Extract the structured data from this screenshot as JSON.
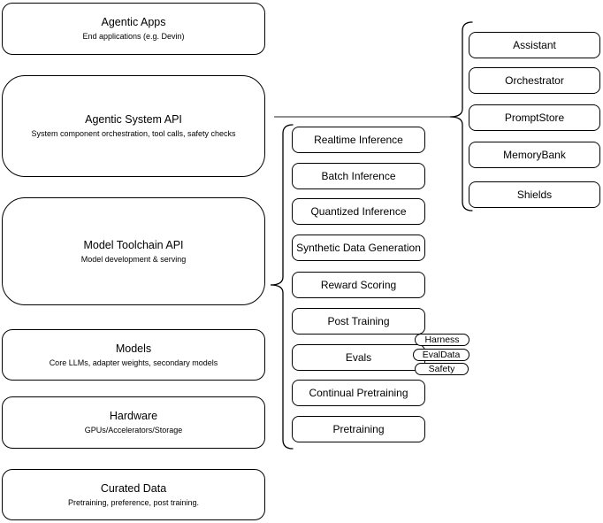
{
  "diagram": {
    "left_nodes": [
      {
        "title": "Agentic Apps",
        "subtitle": "End applications (e.g. Devin)"
      },
      {
        "title": "Agentic System API",
        "subtitle": "System component orchestration, tool calls, safety checks"
      },
      {
        "title": "Model Toolchain API",
        "subtitle": "Model development & serving"
      },
      {
        "title": "Models",
        "subtitle": "Core LLMs, adapter weights, secondary models"
      },
      {
        "title": "Hardware",
        "subtitle": "GPUs/Accelerators/Storage"
      },
      {
        "title": "Curated Data",
        "subtitle": "Pretraining, preference, post training."
      }
    ],
    "toolchain_nodes": [
      "Realtime Inference",
      "Batch Inference",
      "Quantized Inference",
      "Synthetic Data Generation",
      "Reward Scoring",
      "Post Training",
      "Evals",
      "Continual Pretraining",
      "Pretraining"
    ],
    "eval_tags": [
      "Harness",
      "EvalData",
      "Safety"
    ],
    "system_nodes": [
      "Assistant",
      "Orchestrator",
      "PromptStore",
      "MemoryBank",
      "Shields"
    ],
    "colors": {
      "node_stroke": "#000000",
      "node_fill": "#ffffff",
      "text": "#000000",
      "connector": "#4d4d4d"
    }
  }
}
